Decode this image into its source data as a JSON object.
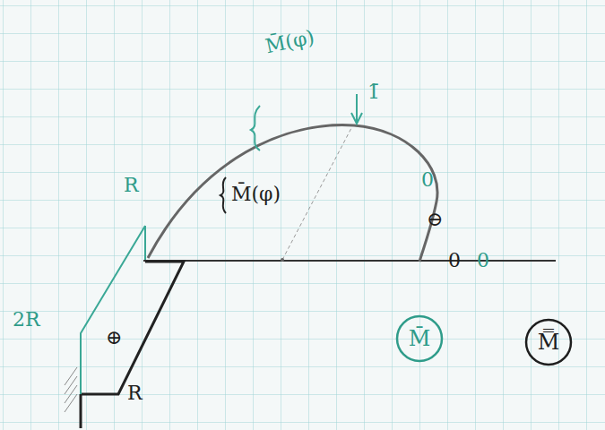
{
  "diagram": {
    "nodes": [
      {
        "text": [
          "M̄"
        ]
      },
      {
        "text": [
          "M̿"
        ]
      }
    ],
    "labels": [
      "M̄(φ)",
      "1̄",
      "R",
      "2R",
      "R",
      "⊕",
      "M̄(φ)",
      "0",
      "⊖",
      "0",
      "0"
    ]
  }
}
